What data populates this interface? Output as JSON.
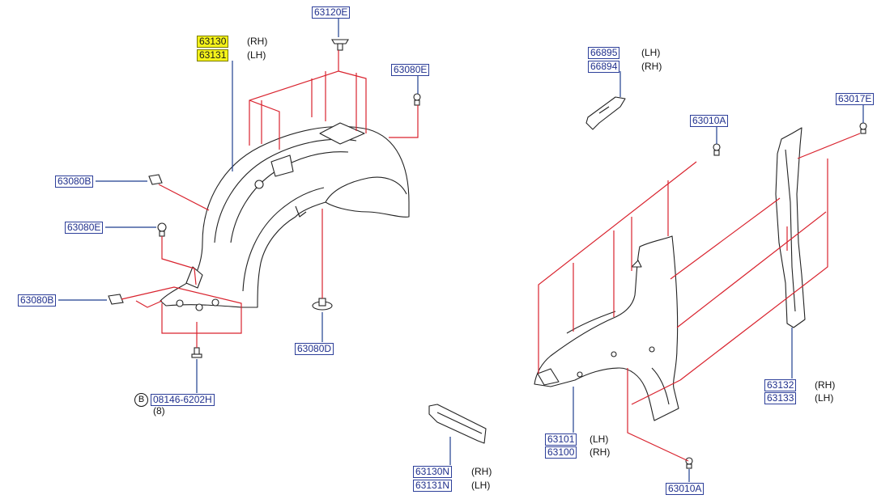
{
  "colors": {
    "leader_red": "#d9232e",
    "leader_blue": "#1f3f8f",
    "label_text": "#1f2f8c",
    "highlight": "#f4f21a"
  },
  "parts": {
    "p63120E": "63120E",
    "p63130": "63130",
    "p63130_side": "(RH)",
    "p63131": "63131",
    "p63131_side": "(LH)",
    "p63080E_top": "63080E",
    "p63080B_upper": "63080B",
    "p63080E_mid": "63080E",
    "p63080B_lower": "63080B",
    "p63080D": "63080D",
    "p08146": "08146-6202H",
    "p08146_mark": "B",
    "p08146_qty": "(8)",
    "p66895": "66895",
    "p66895_side": "(LH)",
    "p66894": "66894",
    "p66894_side": "(RH)",
    "p63010A_top": "63010A",
    "p63017E": "63017E",
    "p63132": "63132",
    "p63132_side": "(RH)",
    "p63133": "63133",
    "p63133_side": "(LH)",
    "p63101": "63101",
    "p63101_side": "(LH)",
    "p63100": "63100",
    "p63100_side": "(RH)",
    "p63130N": "63130N",
    "p63130N_side": "(RH)",
    "p63131N": "63131N",
    "p63131N_side": "(LH)",
    "p63010A_bot": "63010A"
  }
}
